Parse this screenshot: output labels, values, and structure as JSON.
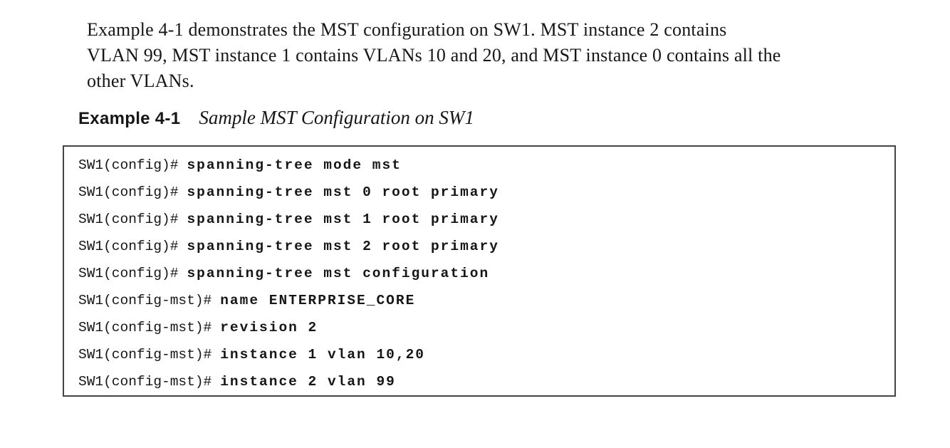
{
  "intro_paragraph": {
    "lines": [
      "Example 4-1 demonstrates the MST configuration on SW1. MST instance 2 contains",
      "VLAN 99, MST instance 1 contains VLANs 10 and 20, and MST instance 0 contains all the",
      "other VLANs."
    ]
  },
  "example_caption": {
    "label": "Example 4-1",
    "title": "Sample MST Configuration on SW1"
  },
  "code_block": {
    "lines": [
      {
        "prompt": "SW1(config)#",
        "command": "spanning-tree mode mst"
      },
      {
        "prompt": "SW1(config)#",
        "command": "spanning-tree mst 0 root primary"
      },
      {
        "prompt": "SW1(config)#",
        "command": "spanning-tree mst 1 root primary"
      },
      {
        "prompt": "SW1(config)#",
        "command": "spanning-tree mst 2 root primary"
      },
      {
        "prompt": "SW1(config)#",
        "command": "spanning-tree mst configuration"
      },
      {
        "prompt": "SW1(config-mst)#",
        "command": "name ENTERPRISE_CORE"
      },
      {
        "prompt": "SW1(config-mst)#",
        "command": "revision 2"
      },
      {
        "prompt": "SW1(config-mst)#",
        "command": "instance 1 vlan 10,20"
      },
      {
        "prompt": "SW1(config-mst)#",
        "command": "instance 2 vlan 99"
      }
    ]
  },
  "colors": {
    "background": "#ffffff",
    "text": "#161616",
    "border": "#444444"
  }
}
